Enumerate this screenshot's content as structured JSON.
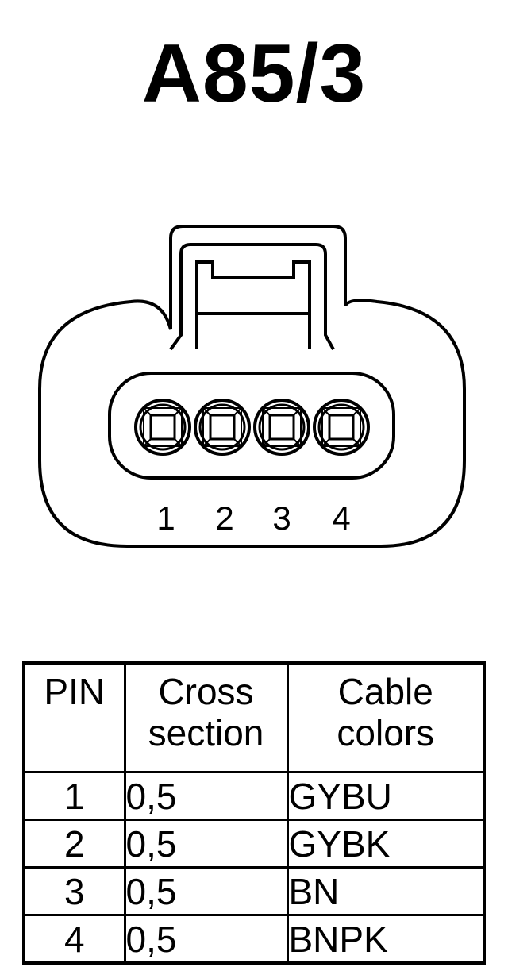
{
  "title": "A85/3",
  "pin_labels": [
    "1",
    "2",
    "3",
    "4"
  ],
  "table": {
    "headers": [
      {
        "line1": "PIN",
        "line2": ""
      },
      {
        "line1": "Cross",
        "line2": "section"
      },
      {
        "line1": "Cable",
        "line2": "colors"
      }
    ],
    "rows": [
      {
        "pin": "1",
        "cross_section": "0,5",
        "color": "GYBU"
      },
      {
        "pin": "2",
        "cross_section": "0,5",
        "color": "GYBK"
      },
      {
        "pin": "3",
        "cross_section": "0,5",
        "color": "BN"
      },
      {
        "pin": "4",
        "cross_section": "0,5",
        "color": "BNPK"
      }
    ]
  }
}
